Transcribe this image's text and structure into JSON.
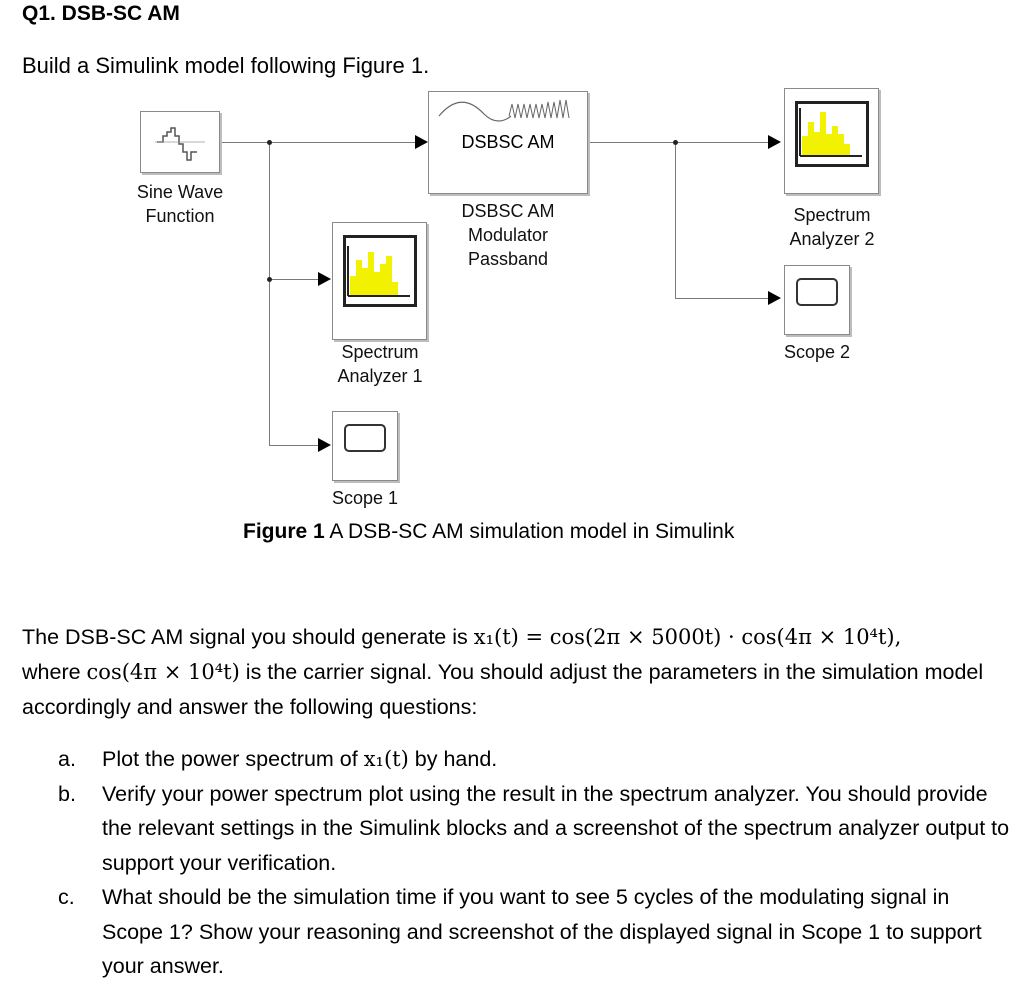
{
  "header": {
    "title": "Q1. DSB-SC AM",
    "intro": "Build a Simulink model following Figure 1."
  },
  "diagram": {
    "blocks": {
      "sine": {
        "label_line1": "Sine Wave",
        "label_line2": "Function",
        "icon": "sine-wave-source-icon"
      },
      "dsbsc": {
        "inner_text": "DSBSC AM",
        "label_line1": "DSBSC AM",
        "label_line2": "Modulator",
        "label_line3": "Passband",
        "icon": "modulated-wave-icon"
      },
      "spectrum1": {
        "label_line1": "Spectrum",
        "label_line2": "Analyzer 1",
        "icon": "spectrum-bars-icon"
      },
      "spectrum2": {
        "label_line1": "Spectrum",
        "label_line2": "Analyzer 2",
        "icon": "spectrum-bars-icon"
      },
      "scope1": {
        "label": "Scope 1",
        "icon": "scope-screen-icon"
      },
      "scope2": {
        "label": "Scope 2",
        "icon": "scope-screen-icon"
      }
    },
    "colors": {
      "spectrum_fill": "#f2f200",
      "wire": "#7a7a7a",
      "block_border": "#8a8a8a"
    }
  },
  "figure_caption": {
    "number": "Figure 1",
    "text": " A DSB-SC AM simulation model in Simulink"
  },
  "paragraph": {
    "p1": "The DSB-SC AM signal you should generate is ",
    "eq_signal": "x₁(t) = cos(2π × 5000t) · cos(4π × 10⁴t),",
    "p2": "where ",
    "eq_carrier": "cos(4π × 10⁴t)",
    "p3": " is the carrier signal. You should adjust the parameters in the simulation model accordingly and answer the following questions:"
  },
  "questions": [
    {
      "letter": "a.",
      "pre": "Plot the power spectrum of ",
      "math": "x₁(t)",
      "post": " by hand."
    },
    {
      "letter": "b.",
      "pre": "Verify your power spectrum plot using the result in the spectrum analyzer. You should provide the relevant settings in the Simulink blocks and a screenshot of the spectrum analyzer output to support your verification.",
      "math": "",
      "post": ""
    },
    {
      "letter": "c.",
      "pre": "What should be the simulation time if you want to see 5 cycles of the modulating signal in Scope 1? Show your reasoning and screenshot of the displayed signal in Scope 1 to support your answer.",
      "math": "",
      "post": ""
    }
  ]
}
